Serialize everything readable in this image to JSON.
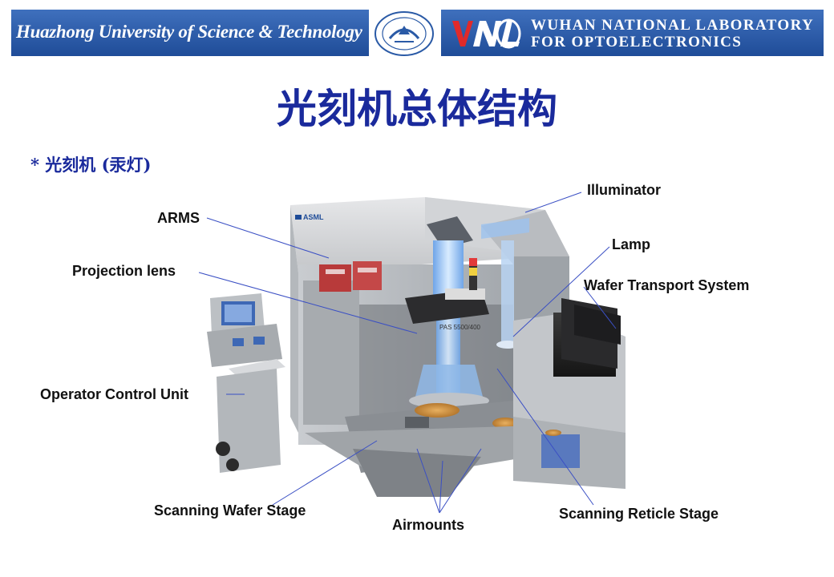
{
  "header": {
    "university_banner": "Huazhong University of Science & Technology",
    "lab_banner_line1": "WUHAN NATIONAL LABORATORY",
    "lab_banner_line2": "FOR OPTOELECTRONICS",
    "lab_logo": "WNLO",
    "seal_icon": "university-seal-icon"
  },
  "slide": {
    "title": "光刻机总体结构",
    "subtitle": "* 光刻机 (汞灯)"
  },
  "figure": {
    "machine_brand": "ASML",
    "machine_model": "PAS 5500/400",
    "callouts": {
      "illuminator": "Illuminator",
      "arms": "ARMS",
      "lamp": "Lamp",
      "projection_lens": "Projection lens",
      "wafer_transport_system": "Wafer Transport System",
      "operator_control_unit": "Operator Control Unit",
      "scanning_wafer_stage": "Scanning Wafer Stage",
      "airmounts": "Airmounts",
      "scanning_reticle_stage": "Scanning Reticle Stage"
    }
  },
  "colors": {
    "banner_blue": "#2a5aa6",
    "title_blue": "#1a2a9c",
    "callout_line": "#3a4fc4"
  }
}
